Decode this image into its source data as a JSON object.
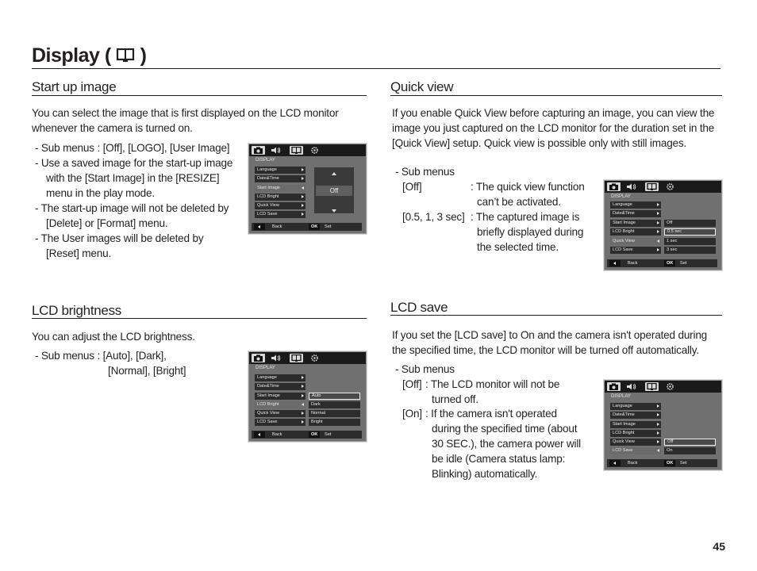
{
  "page": {
    "title": "Display (",
    "title_close": ")",
    "page_number": "45"
  },
  "start_up": {
    "heading": "Start up image",
    "intro": [
      "You can select the image that is first displayed on the LCD monitor",
      "whenever the camera is turned on."
    ],
    "bullets": [
      "- Sub menus : [Off], [LOGO], [User Image]",
      "- Use a saved image for the start-up image",
      "with the [Start Image] in the [RESIZE]",
      "menu in the play mode.",
      "- The start-up image will not be deleted by",
      "[Delete] or [Format] menu.",
      "- The User images will be deleted by",
      "[Reset] menu."
    ]
  },
  "quick_view": {
    "heading": "Quick view",
    "intro": [
      "If you enable Quick View before capturing an image, you can view the",
      "image you just captured on the LCD monitor for the duration set in the",
      "[Quick View] setup. Quick view is possible only with still images."
    ],
    "sub_menus": "- Sub menus",
    "off_label": "[Off]",
    "off_desc": [
      ": The quick view function",
      "can’t be activated."
    ],
    "sec_label": "[0.5, 1, 3 sec]",
    "sec_desc": [
      ": The captured image is",
      "briefly displayed during",
      "the selected time."
    ]
  },
  "lcd_brightness": {
    "heading": "LCD brightness",
    "intro": "You can adjust the LCD brightness.",
    "sub_menus_1": "- Sub menus : [Auto], [Dark],",
    "sub_menus_2": "[Normal], [Bright]"
  },
  "lcd_save": {
    "heading": "LCD save",
    "intro": [
      "If you set the [LCD save] to On and the camera isn't operated during",
      "the specified time, the LCD monitor will be turned off  automatically."
    ],
    "sub_menus": "- Sub menus",
    "off_label": "[Off]",
    "off_desc": [
      ": The LCD monitor will not be",
      "turned off."
    ],
    "on_label": "[On]",
    "on_desc": [
      ": If the camera isn't operated",
      "during the specified time (about",
      "30 SEC.), the camera power will",
      "be idle (Camera status lamp:",
      "Blinking) automatically."
    ]
  },
  "screens": {
    "menu_title": "DISPLAY",
    "menu_items": [
      "Language",
      "Date&Time",
      "Start Image",
      "LCD Bright",
      "Quick View",
      "LCD Save"
    ],
    "back": "Back",
    "ok": "OK",
    "set": "Set",
    "start_value": "Off",
    "bright_options": [
      "Auto",
      "Dark",
      "Normal",
      "Bright"
    ],
    "quick_options": [
      "Off",
      "0.5 sec",
      "1 sec",
      "3 sec"
    ],
    "save_options": [
      "Off",
      "On"
    ]
  },
  "icons": [
    "camera-icon",
    "sound-icon",
    "display-icon",
    "settings-icon",
    "monitor-icon"
  ]
}
